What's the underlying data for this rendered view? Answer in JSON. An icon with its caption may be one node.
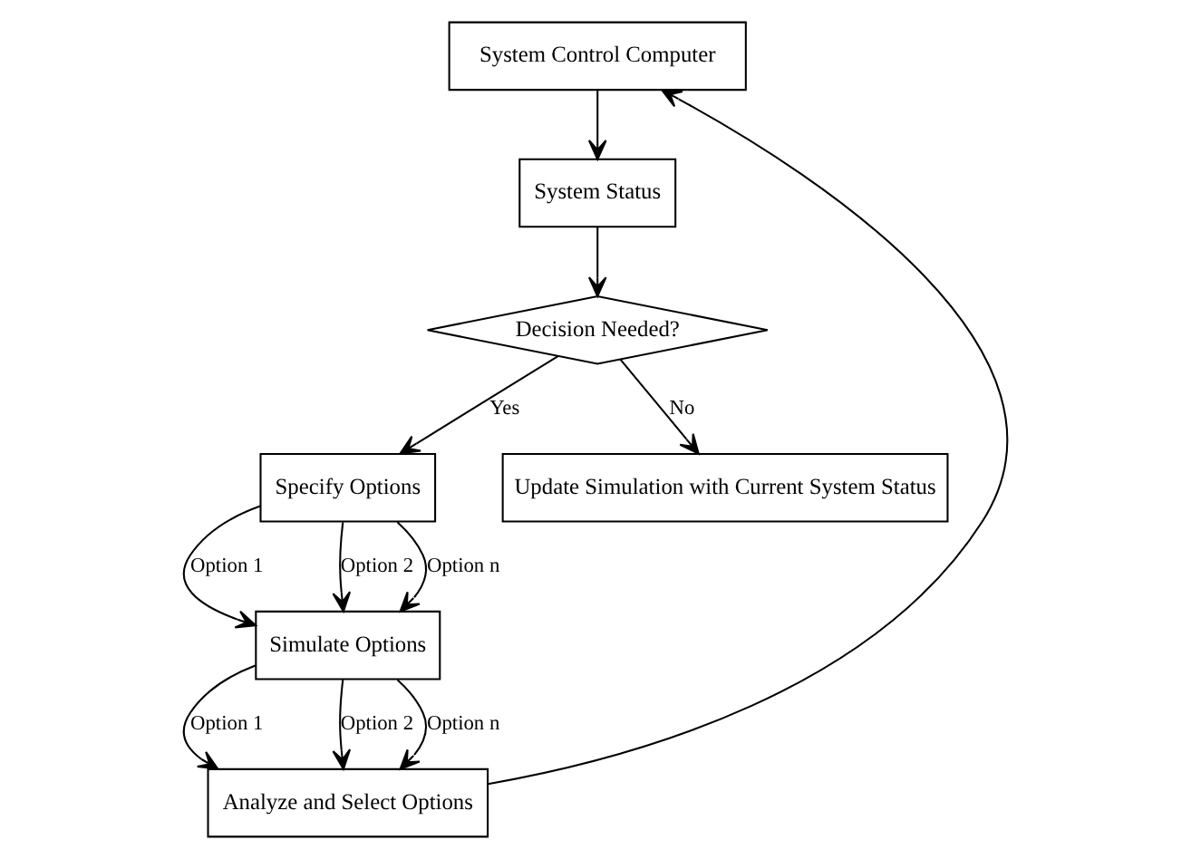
{
  "diagram": {
    "nodes": [
      {
        "text": [
          "System Control Computer"
        ]
      },
      {
        "text": [
          "System Status"
        ]
      },
      {
        "text": [
          "Decision Needed?"
        ]
      },
      {
        "text": [
          "Specify Options"
        ]
      },
      {
        "text": [
          "Simulate Options"
        ]
      },
      {
        "text": [
          "Update Simulation with Current System Status"
        ]
      },
      {
        "text": [
          "Analyze and Select Options"
        ]
      }
    ],
    "edges": [
      {
        "from": 0,
        "to": 1,
        "arrow": "to"
      },
      {
        "from": 1,
        "to": 2,
        "arrow": "to"
      },
      {
        "from": 2,
        "to": 3,
        "arrow": "to",
        "label": "Yes"
      },
      {
        "from": 2,
        "to": 5,
        "arrow": "to",
        "label": "No"
      },
      {
        "from": 3,
        "to": 4,
        "arrow": "to",
        "label": "Option 1"
      },
      {
        "from": 3,
        "to": 4,
        "arrow": "to",
        "label": "Option 2"
      },
      {
        "from": 3,
        "to": 4,
        "arrow": "to",
        "label": "Option n"
      },
      {
        "from": 4,
        "to": 6,
        "arrow": "to",
        "label": "Option 1"
      },
      {
        "from": 4,
        "to": 6,
        "arrow": "to",
        "label": "Option 2"
      },
      {
        "from": 4,
        "to": 6,
        "arrow": "to",
        "label": "Option n"
      },
      {
        "from": 6,
        "to": 0,
        "arrow": "to"
      }
    ]
  }
}
